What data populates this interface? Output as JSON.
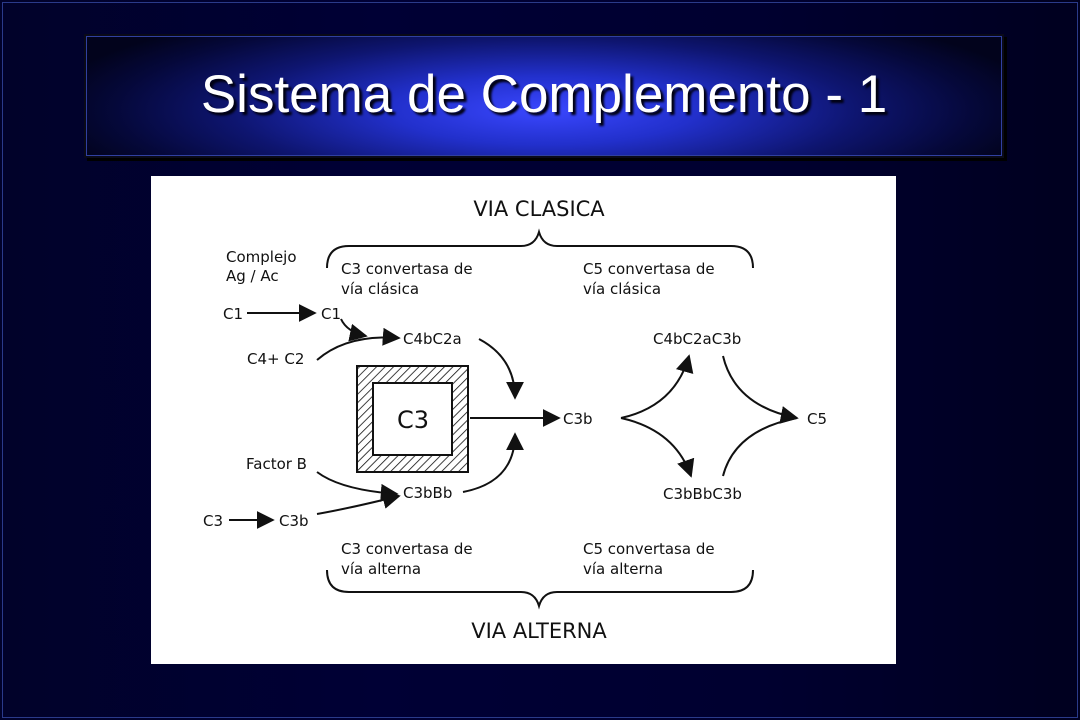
{
  "slide": {
    "title": "Sistema de Complemento - 1"
  },
  "diagram": {
    "via_clasica": "VIA CLASICA",
    "via_alterna": "VIA ALTERNA",
    "complejo_line1": "Complejo",
    "complejo_line2": "Ag / Ac",
    "c3_conv_clasica_line1": "C3  convertasa de",
    "c3_conv_clasica_line2": "vía  clásica",
    "c5_conv_clasica_line1": "C5  convertasa de",
    "c5_conv_clasica_line2": "vía clásica",
    "c3_conv_alterna_line1": "C3  convertasa de",
    "c3_conv_alterna_line2": "vía  alterna",
    "c5_conv_alterna_line1": "C5  convertasa  de",
    "c5_conv_alterna_line2": "vía  alterna",
    "c1_left": "C1",
    "c1_right": "C1",
    "c4_c2": "C4+ C2",
    "c4bc2a": "C4bC2a",
    "c3_box": "C3",
    "c3b_center": "C3b",
    "c4bc2ac3b": "C4bC2aC3b",
    "c5": "C5",
    "c3bbbc3b": "C3bBbC3b",
    "factor_b": "Factor B",
    "c3bbb": "C3bBb",
    "c3_left": "C3",
    "c3b_left": "C3b"
  },
  "colors": {
    "background": "#000030",
    "title_glow": "#3a47ff",
    "title_text": "#ffffff",
    "diagram_bg": "#ffffff",
    "ink": "#111111"
  }
}
